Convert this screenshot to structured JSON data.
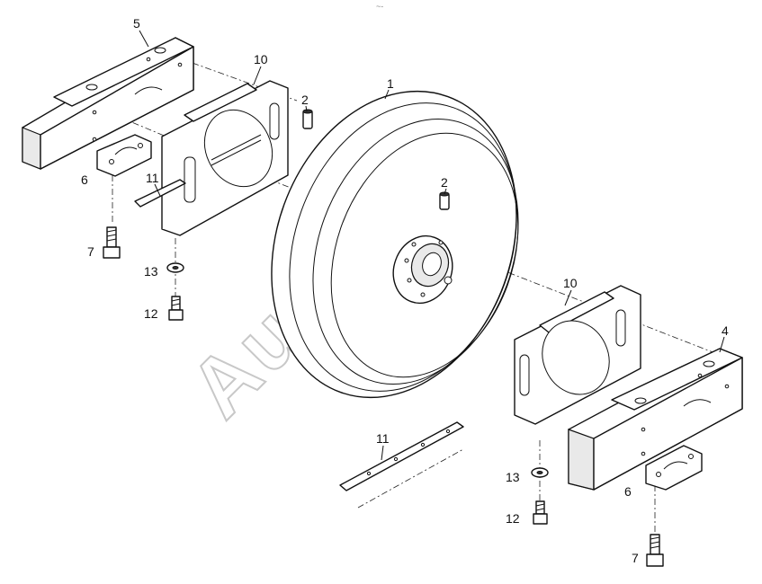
{
  "watermark": "Autosoft",
  "header_mark": "~-",
  "callouts": {
    "c1": "1",
    "c2a": "2",
    "c2b": "2",
    "c4": "4",
    "c5": "5",
    "c6a": "6",
    "c6b": "6",
    "c7a": "7",
    "c7b": "7",
    "c10a": "10",
    "c10b": "10",
    "c11a": "11",
    "c11b": "11",
    "c12a": "12",
    "c12b": "12",
    "c13a": "13",
    "c13b": "13"
  }
}
